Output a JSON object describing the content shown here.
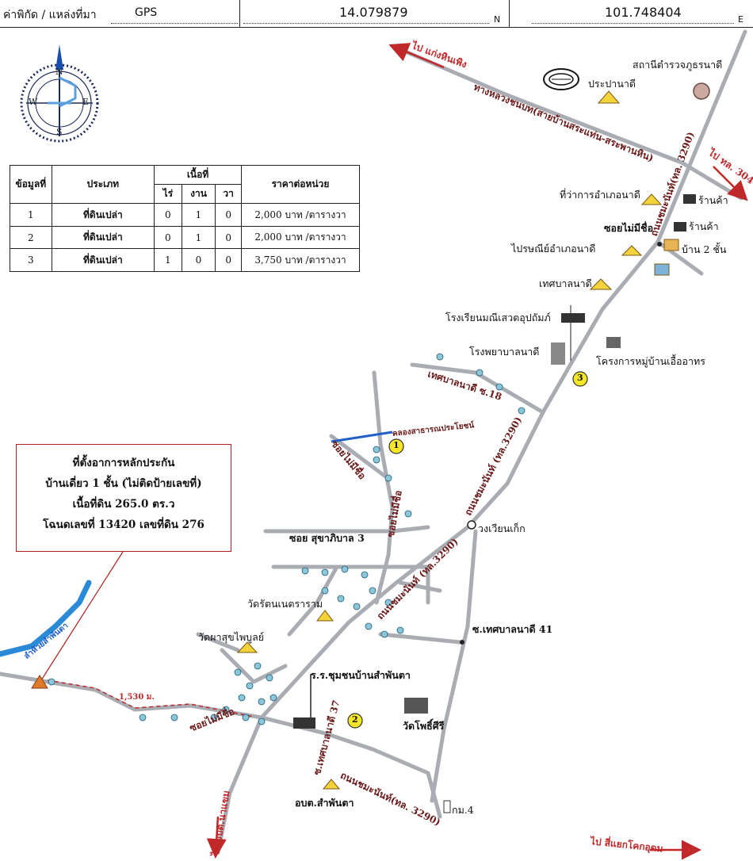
{
  "header": {
    "coord_label": "ค่าพิกัด / แหล่งที่มา",
    "source": "GPS",
    "latitude": "14.079879",
    "lat_suffix": "N",
    "longitude": "101.748404",
    "lon_suffix": "E"
  },
  "compass": {
    "n": "N",
    "s": "S",
    "e": "E",
    "w": "W"
  },
  "table": {
    "headers": {
      "no": "ข้อมูลที่",
      "type": "ประเภท",
      "area": "เนื้อที่",
      "rai": "ไร่",
      "ngan": "งาน",
      "wa": "วา",
      "price": "ราคาต่อหน่วย"
    },
    "rows": [
      {
        "no": "1",
        "type": "ที่ดินเปล่า",
        "rai": "0",
        "ngan": "1",
        "wa": "0",
        "price": "2,000 บาท /ตารางวา"
      },
      {
        "no": "2",
        "type": "ที่ดินเปล่า",
        "rai": "0",
        "ngan": "1",
        "wa": "0",
        "price": "2,000 บาท /ตารางวา"
      },
      {
        "no": "3",
        "type": "ที่ดินเปล่า",
        "rai": "1",
        "ngan": "0",
        "wa": "0",
        "price": "3,750 บาท /ตารางวา"
      }
    ]
  },
  "callout": {
    "line1": "ที่ตั้งอาการหลักประกัน",
    "line2": "บ้านเดี่ยว 1 ชั้น (ไม่ติดป้ายเลขที่)",
    "line3": "เนื้อที่ดิน 265.0 ตร.ว",
    "line4": "โฉนดเลขที่ 13420 เลขที่ดิน 276"
  },
  "places": {
    "police": "สถานีตำรวจภูธรนาดี",
    "waterworks": "ประปานาดี",
    "district_office": "ที่ว่าการอำเภอนาดี",
    "shop1": "ร้านค้า",
    "shop2": "ร้านค้า",
    "soi_no_name_top": "ซอยไม่มีชื่อ",
    "house_2_storey": "บ้าน 2 ชั้น",
    "post_office": "ไปรษณีย์อำเภอนาดี",
    "municipality": "เทศบาลนาดี",
    "school": "โรงเรียนมณีเสวตอุปถัมภ์",
    "hospital": "โรงพยาบาลนาดี",
    "housing": "โครงการหมู่บ้านเอื้ออาทร",
    "roundabout": "วงเวียนเก็ก",
    "soi_sukhaphiban": "ซอย สุขาภิบาล 3",
    "wat_rattana": "วัดรัตนเนตราราม",
    "wat_pha": "วัดผาสุขไพบูลย์",
    "soi_thetsaban_41": "ซ.เทศบาลนาดี 41",
    "community_school": "ร.ร.ชุมชนบ้านสำพันตา",
    "wat_phothi": "วัดโพธิ์ศีรี",
    "sao": "อบต.สำพันตา",
    "km4": "กม.4"
  },
  "roads": {
    "highway": "ทางหลวงชนบท(สายบ้านสระแท่น-สระพานหิน)",
    "to_kaeng": "ไป แก่งหินเพิง",
    "to_304": "ไป ทล. 304",
    "main_road_top": "ถนนชมะนันท์(ทล. 3290)",
    "thetsaban_18": "เทศบาลนาดี ซ.18",
    "canal": "คลองสาธารณประโยชน์",
    "main_road_mid": "ถนนชมะนันท์ (ทล.3290)",
    "soi_no_name_1": "ซอยไม่มีชื่อ",
    "soi_no_name_2": "ซอยไม่มีชื่อ",
    "main_road_low": "ถนนชมะนันท์ (ทล.3290)",
    "soi_no_name_3": "ซอยไม่มีชื่อ",
    "thetsaban_37": "ซ.เทศบาลนาดี 37",
    "main_road_bottom": "ถนนชมะนันท์(ทล. 3290)",
    "to_sao_bottom": "ไป อบต.นาแขม",
    "to_kok_udom": "ไป สี่แยกโคกอุดม",
    "distance": "1,530 ม.",
    "river": "ลำห้วยสำพันตา"
  },
  "markers": [
    "1",
    "2",
    "3"
  ],
  "colors": {
    "road_label": "#6b1a1a",
    "callout_border": "#b02020",
    "arrow": "#c0282a",
    "canal": "#1f5fc8",
    "river": "#2a8ad8",
    "marker": "#f5e628",
    "subject_marker": "#e07a2a"
  }
}
